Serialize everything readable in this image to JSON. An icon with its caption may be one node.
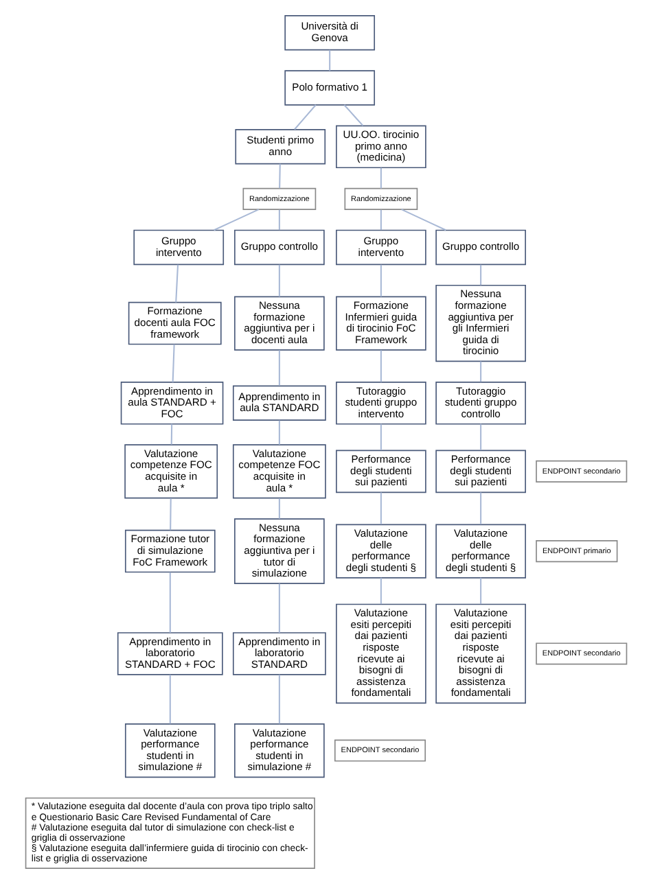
{
  "diagram": {
    "nodes": [
      {
        "text": [
          "Università di Genova"
        ]
      },
      {
        "text": [
          "Polo formativo 1"
        ]
      },
      {
        "text": [
          "Studenti primo anno"
        ]
      },
      {
        "text": [
          "Randomizzazione"
        ]
      },
      {
        "text": [
          "UU.OO. tirocinio primo anno (medicina)"
        ]
      },
      {
        "text": [
          "Randomizzazione"
        ]
      },
      {
        "text": [
          "Gruppo intervento"
        ]
      },
      {
        "text": [
          "Gruppo controllo"
        ]
      },
      {
        "text": [
          "Formazione docenti aula FOC framework"
        ]
      },
      {
        "text": [
          "Nessuna formazione aggiuntiva per i docenti aula"
        ]
      },
      {
        "text": [
          "Apprendimento in aula STANDARD + FOC"
        ]
      },
      {
        "text": [
          "Apprendimento in aula STANDARD"
        ]
      },
      {
        "text": [
          "Valutazione competenze FOC acquisite in aula *"
        ]
      },
      {
        "text": [
          "Valutazione competenze FOC acquisite in aula *"
        ]
      },
      {
        "text": [
          "ENDPOINT secondario"
        ]
      },
      {
        "text": [
          "Formazione tutor di simulazione FoC Framework"
        ]
      },
      {
        "text": [
          "Nessuna formazione aggiuntiva per i tutor di simulazione"
        ]
      },
      {
        "text": [
          "Apprendimento in laboratorio STANDARD + FOC"
        ]
      },
      {
        "text": [
          "Apprendimento in laboratorio STANDARD"
        ]
      },
      {
        "text": [
          "Valutazione performance studenti in simulazione #"
        ]
      },
      {
        "text": [
          "Valutazione performance studenti in simulazione #"
        ]
      },
      {
        "text": [
          "ENDPOINT secondario"
        ]
      },
      {
        "text": [
          "Gruppo intervento"
        ]
      },
      {
        "text": [
          "Gruppo controllo"
        ]
      },
      {
        "text": [
          "Formazione Infermieri guida di tirocinio FoC Framework"
        ]
      },
      {
        "text": [
          "Nessuna formazione aggiuntiva per gli Infermieri guida di tirocinio"
        ]
      },
      {
        "text": [
          "Tutoraggio studenti gruppo intervento"
        ]
      },
      {
        "text": [
          "Tutoraggio studenti gruppo controllo"
        ]
      },
      {
        "text": [
          "Performance degli studenti sui pazienti"
        ]
      },
      {
        "text": [
          "Performance degli studenti sui pazienti"
        ]
      },
      {
        "text": [
          "Valutazione delle performance degli studenti §"
        ]
      },
      {
        "text": [
          "Valutazione delle performance degli studenti §"
        ]
      },
      {
        "text": [
          "ENDPOINT primario"
        ]
      },
      {
        "text": [
          "Valutazione esiti percepiti dai pazienti risposte ricevute ai bisogni di assistenza fondamentali"
        ]
      },
      {
        "text": [
          "Valutazione esiti percepiti dai pazienti risposte ricevute ai bisogni di assistenza fondamentali"
        ]
      },
      {
        "text": [
          "ENDPOINT secondario"
        ]
      },
      {
        "text": [
          "* Valutazione eseguita dal docente d’aula con prova tipo triplo salto e Questionario Basic Care Revised Fundamental of Care",
          "# Valutazione eseguita dal tutor di simulazione con check-list e griglia di osservazione",
          "§ Valutazione eseguita dall’infermiere guida di tirocinio con check-list e griglia di osservazione"
        ]
      }
    ],
    "edges": [
      {
        "from": 0,
        "to": 1,
        "arrow": "none"
      },
      {
        "from": 1,
        "to": 2,
        "arrow": "none"
      },
      {
        "from": 1,
        "to": 4,
        "arrow": "none"
      },
      {
        "from": 2,
        "to": 3,
        "arrow": "none"
      },
      {
        "from": 3,
        "to": 6,
        "arrow": "none"
      },
      {
        "from": 3,
        "to": 7,
        "arrow": "none"
      },
      {
        "from": 4,
        "to": 5,
        "arrow": "none"
      },
      {
        "from": 5,
        "to": 22,
        "arrow": "none"
      },
      {
        "from": 5,
        "to": 23,
        "arrow": "none"
      },
      {
        "from": 6,
        "to": 8,
        "arrow": "none"
      },
      {
        "from": 8,
        "to": 10,
        "arrow": "none"
      },
      {
        "from": 10,
        "to": 12,
        "arrow": "none"
      },
      {
        "from": 12,
        "to": 15,
        "arrow": "none"
      },
      {
        "from": 15,
        "to": 17,
        "arrow": "none"
      },
      {
        "from": 17,
        "to": 19,
        "arrow": "none"
      },
      {
        "from": 7,
        "to": 9,
        "arrow": "none"
      },
      {
        "from": 9,
        "to": 11,
        "arrow": "none"
      },
      {
        "from": 11,
        "to": 13,
        "arrow": "none"
      },
      {
        "from": 13,
        "to": 16,
        "arrow": "none"
      },
      {
        "from": 16,
        "to": 18,
        "arrow": "none"
      },
      {
        "from": 18,
        "to": 20,
        "arrow": "none"
      },
      {
        "from": 22,
        "to": 24,
        "arrow": "none"
      },
      {
        "from": 24,
        "to": 26,
        "arrow": "none"
      },
      {
        "from": 26,
        "to": 28,
        "arrow": "none"
      },
      {
        "from": 28,
        "to": 30,
        "arrow": "none"
      },
      {
        "from": 30,
        "to": 33,
        "arrow": "none"
      },
      {
        "from": 23,
        "to": 25,
        "arrow": "none"
      },
      {
        "from": 25,
        "to": 27,
        "arrow": "none"
      },
      {
        "from": 27,
        "to": 29,
        "arrow": "none"
      },
      {
        "from": 29,
        "to": 31,
        "arrow": "none"
      },
      {
        "from": 31,
        "to": 34,
        "arrow": "none"
      }
    ]
  }
}
